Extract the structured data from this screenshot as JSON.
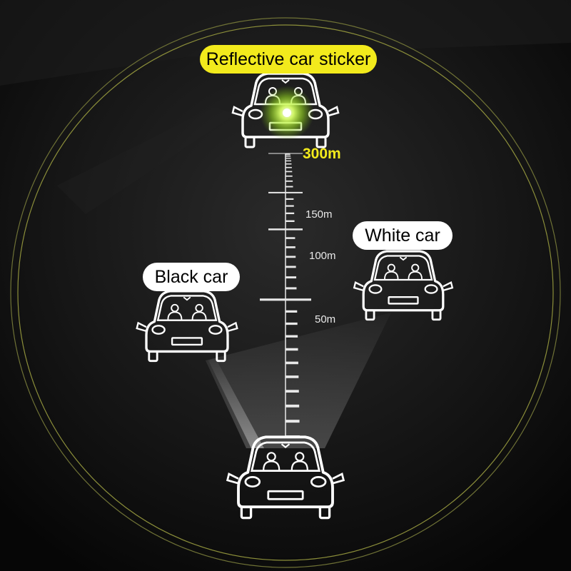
{
  "labels": {
    "reflective": "Reflective car sticker",
    "black_car": "Black car",
    "white_car": "White car"
  },
  "scale": {
    "marks": [
      "300m",
      "150m",
      "100m",
      "50m"
    ]
  },
  "colors": {
    "accent_yellow": "#f2ea1c",
    "glow_green": "#b8ff3a",
    "ring": "#8c8f3a",
    "car_outline": "#ffffff",
    "background": "#0b0b0b"
  },
  "icons": {
    "target_car": "car-front-icon",
    "black_car": "car-front-icon",
    "white_car": "car-front-icon",
    "viewer_car": "car-front-icon"
  }
}
